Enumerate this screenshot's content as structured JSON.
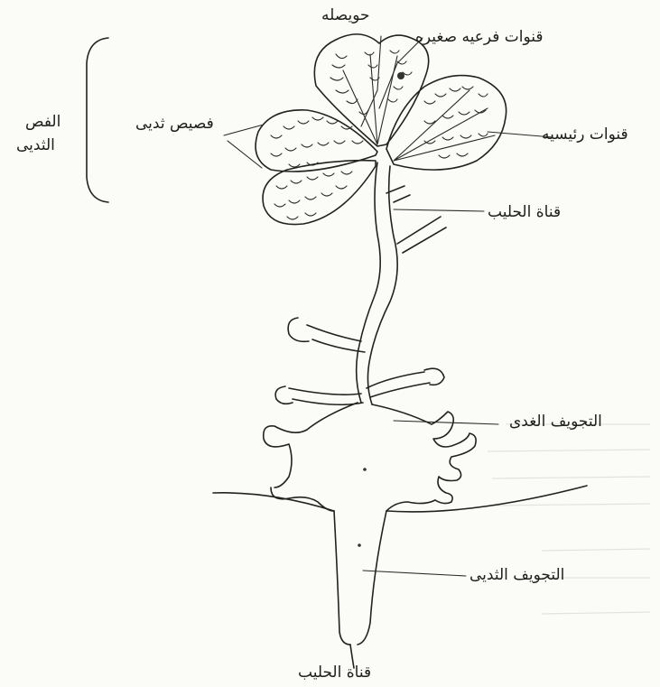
{
  "labels": {
    "alveolus": "حويصله",
    "small_ducts": "قنوات فرعيه صغيره",
    "lobule": "فصيص ثديى",
    "lobe_line1": "الفص",
    "lobe_line2": "الثديى",
    "main_ducts": "قنوات رئيسيه",
    "milk_duct_upper": "قناة الحليب",
    "gland_cistern": "التجويف الغدى",
    "teat_cistern": "التجويف الثديى",
    "milk_duct_bottom": "قناة الحليب"
  },
  "colors": {
    "ink": "#222222",
    "paper": "#fbfbf8"
  }
}
